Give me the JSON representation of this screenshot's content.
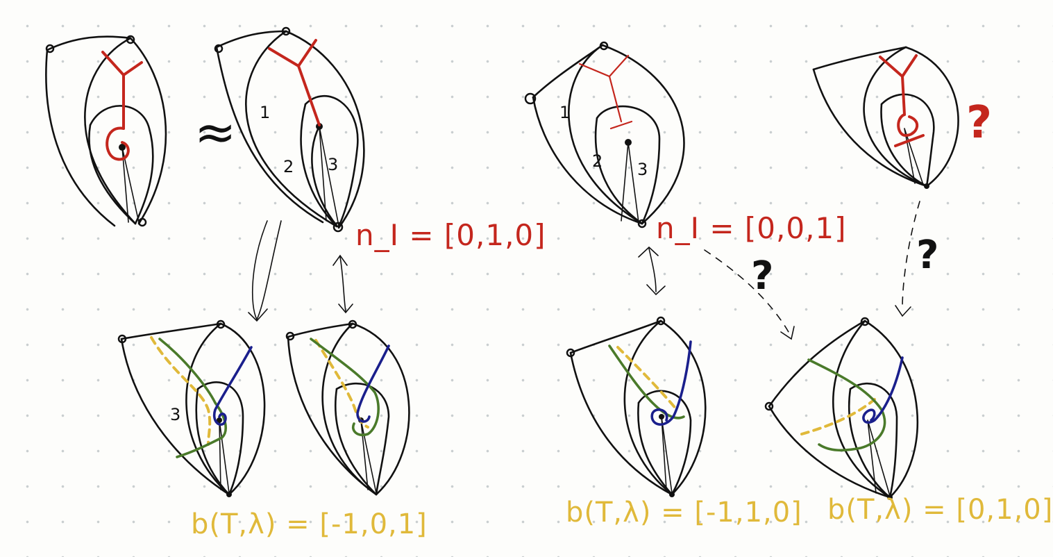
{
  "sketches_top": [
    {
      "id": "A",
      "region_labels": []
    },
    {
      "id": "B",
      "region_labels": [
        "1",
        "2",
        "3"
      ]
    },
    {
      "id": "C",
      "region_labels": [
        "1",
        "2",
        "3"
      ]
    },
    {
      "id": "D",
      "region_labels": []
    }
  ],
  "sketches_bottom": [
    {
      "id": "E",
      "region_labels": [
        "3"
      ]
    },
    {
      "id": "F",
      "region_labels": []
    },
    {
      "id": "G",
      "region_labels": []
    },
    {
      "id": "H",
      "region_labels": []
    }
  ],
  "equivalence_symbol": "≈",
  "n_labels": [
    {
      "text": "n_I = [0,1,0]",
      "color": "#c4261d"
    },
    {
      "text": "n_I = [0,0,1]",
      "color": "#c4261d"
    }
  ],
  "b_labels": [
    {
      "text": "b(T,λ) = [-1,0,1]",
      "color": "#e0b93a"
    },
    {
      "text": "b(T,λ) = [-1,1,0]",
      "color": "#e0b93a"
    },
    {
      "text": "b(T,λ) = [0,1,0]",
      "color": "#e0b93a"
    }
  ],
  "question_marks": [
    "?",
    "?",
    "?"
  ],
  "colors": {
    "ink": "#111111",
    "red": "#c4261d",
    "blue": "#1a1f8c",
    "green": "#4a7a2a",
    "gold": "#e0b93a",
    "background": "#fdfdfb",
    "grid_dot": "#c9ced0"
  }
}
